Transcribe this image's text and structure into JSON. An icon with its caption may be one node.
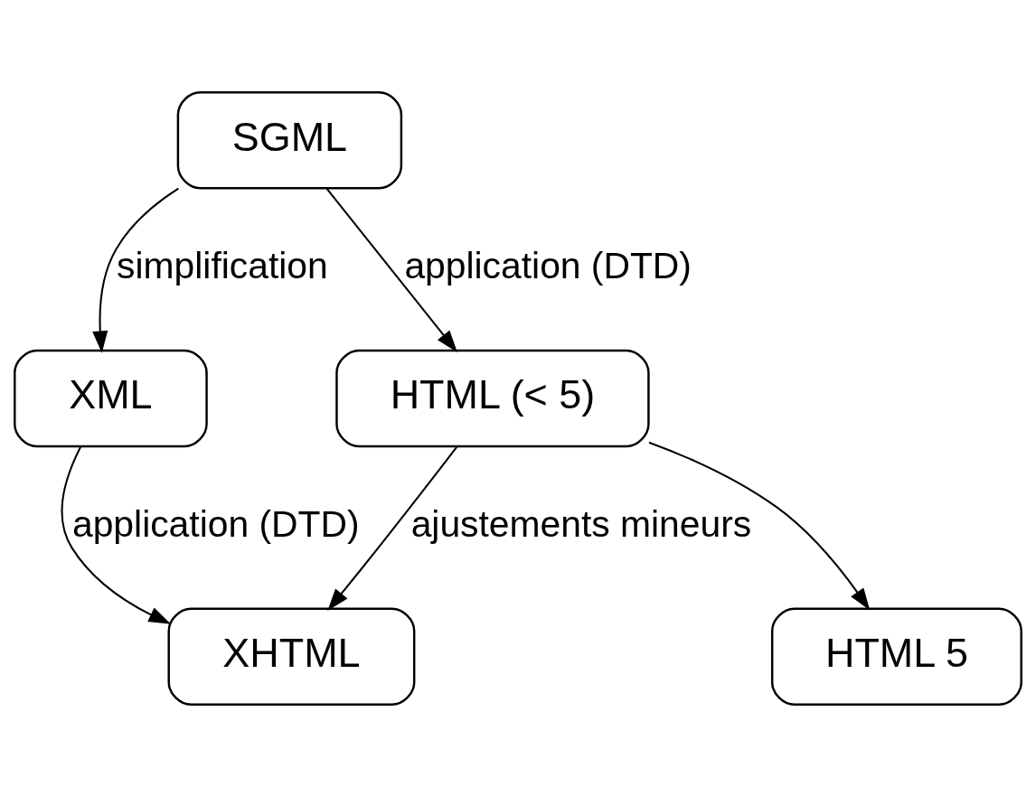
{
  "diagram": {
    "nodes": [
      {
        "text": [
          "SGML"
        ]
      },
      {
        "text": [
          "XML"
        ]
      },
      {
        "text": [
          "HTML (< 5)"
        ]
      },
      {
        "text": [
          "XHTML"
        ]
      },
      {
        "text": [
          "HTML 5"
        ]
      }
    ],
    "edges": [
      {
        "from": 0,
        "to": 1,
        "arrow": "to",
        "label": "simplification"
      },
      {
        "from": 0,
        "to": 2,
        "arrow": "to",
        "label": "application (DTD)"
      },
      {
        "from": 1,
        "to": 3,
        "arrow": "to",
        "label": "application (DTD)"
      },
      {
        "from": 2,
        "to": 3,
        "arrow": "to",
        "label": "ajustements mineurs"
      },
      {
        "from": 2,
        "to": 4,
        "arrow": "to"
      }
    ]
  }
}
